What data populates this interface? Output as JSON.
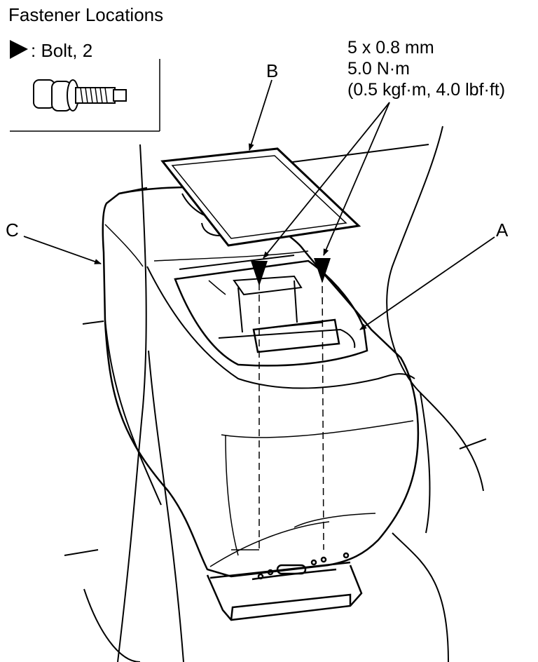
{
  "title": "Fastener Locations",
  "legend": {
    "text": ": Bolt, 2",
    "symbol_icon": "triangle-pointer-icon",
    "part_icon": "bolt-icon"
  },
  "torque_spec": {
    "line1": "5 x 0.8 mm",
    "line2": "5.0 N·m",
    "line3": "(0.5 kgf·m, 4.0 lbf·ft)"
  },
  "callouts": {
    "a": "A",
    "b": "B",
    "c": "C"
  },
  "colors": {
    "ink": "#000000",
    "paper": "#ffffff"
  }
}
